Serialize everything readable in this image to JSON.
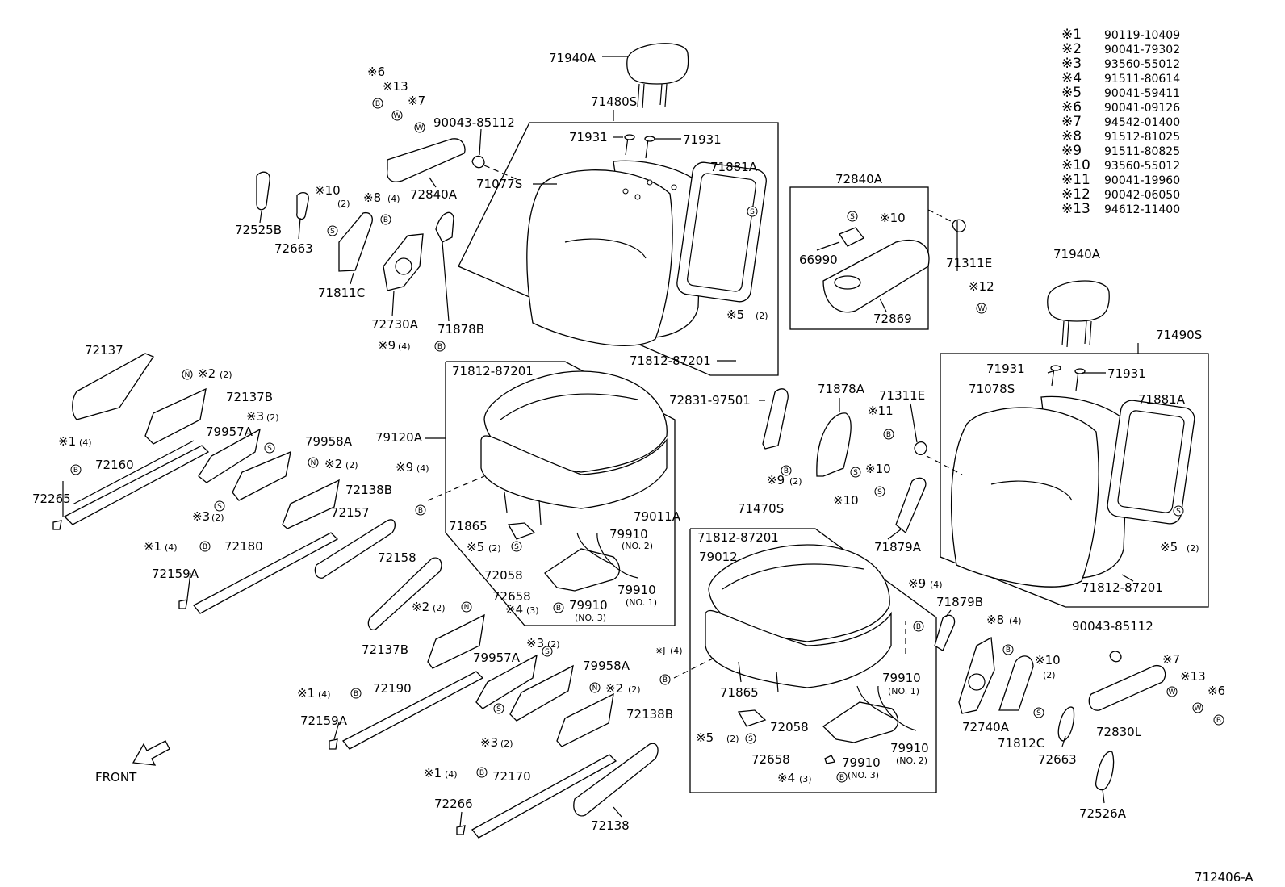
{
  "diagram_id": "712406-A",
  "front_label": "FRONT",
  "legend": [
    {
      "key": "※1",
      "part": "90119-10409"
    },
    {
      "key": "※2",
      "part": "90041-79302"
    },
    {
      "key": "※3",
      "part": "93560-55012"
    },
    {
      "key": "※4",
      "part": "91511-80614"
    },
    {
      "key": "※5",
      "part": "90041-59411"
    },
    {
      "key": "※6",
      "part": "90041-09126"
    },
    {
      "key": "※7",
      "part": "94542-01400"
    },
    {
      "key": "※8",
      "part": "91512-81025"
    },
    {
      "key": "※9",
      "part": "91511-80825"
    },
    {
      "key": "※10",
      "part": "93560-55012"
    },
    {
      "key": "※11",
      "part": "90041-19960"
    },
    {
      "key": "※12",
      "part": "90042-06050"
    },
    {
      "key": "※13",
      "part": "94612-11400"
    }
  ],
  "labels": [
    {
      "id": "lbl-71940a-left",
      "text": "71940A"
    },
    {
      "id": "lbl-71480s",
      "text": "71480S"
    },
    {
      "id": "lbl-71931-a",
      "text": "71931"
    },
    {
      "id": "lbl-71931-b",
      "text": "71931"
    },
    {
      "id": "lbl-71881a-left",
      "text": "71881A"
    },
    {
      "id": "lbl-71077s",
      "text": "71077S"
    },
    {
      "id": "lbl-90043-85112-left",
      "text": "90043-85112"
    },
    {
      "id": "lbl-72840a-left",
      "text": "72840A"
    },
    {
      "id": "lbl-72525b",
      "text": "72525B"
    },
    {
      "id": "lbl-72663-left",
      "text": "72663"
    },
    {
      "id": "lbl-71811c",
      "text": "71811C"
    },
    {
      "id": "lbl-72730a",
      "text": "72730A"
    },
    {
      "id": "lbl-71878b",
      "text": "71878B"
    },
    {
      "id": "lbl-71812-87201-a",
      "text": "71812-87201"
    },
    {
      "id": "lbl-71812-87201-b",
      "text": "71812-87201"
    },
    {
      "id": "lbl-72137",
      "text": "72137"
    },
    {
      "id": "lbl-72137b-a",
      "text": "72137B"
    },
    {
      "id": "lbl-79957a-a",
      "text": "79957A"
    },
    {
      "id": "lbl-79958a-a",
      "text": "79958A"
    },
    {
      "id": "lbl-72160",
      "text": "72160"
    },
    {
      "id": "lbl-72265",
      "text": "72265"
    },
    {
      "id": "lbl-72138b-a",
      "text": "72138B"
    },
    {
      "id": "lbl-72157",
      "text": "72157"
    },
    {
      "id": "lbl-72180",
      "text": "72180"
    },
    {
      "id": "lbl-72159a-a",
      "text": "72159A"
    },
    {
      "id": "lbl-72158",
      "text": "72158"
    },
    {
      "id": "lbl-72137b-b",
      "text": "72137B"
    },
    {
      "id": "lbl-79957a-b",
      "text": "79957A"
    },
    {
      "id": "lbl-79958a-b",
      "text": "79958A"
    },
    {
      "id": "lbl-72190",
      "text": "72190"
    },
    {
      "id": "lbl-72159a-b",
      "text": "72159A"
    },
    {
      "id": "lbl-72138b-b",
      "text": "72138B"
    },
    {
      "id": "lbl-72170",
      "text": "72170"
    },
    {
      "id": "lbl-72266",
      "text": "72266"
    },
    {
      "id": "lbl-72138",
      "text": "72138"
    },
    {
      "id": "lbl-79120a",
      "text": "79120A"
    },
    {
      "id": "lbl-79011a",
      "text": "79011A"
    },
    {
      "id": "lbl-71865-a",
      "text": "71865"
    },
    {
      "id": "lbl-79910-no2-a",
      "text": "79910"
    },
    {
      "id": "lbl-72058-a",
      "text": "72058"
    },
    {
      "id": "lbl-79910-no1-a",
      "text": "79910"
    },
    {
      "id": "lbl-72658-a",
      "text": "72658"
    },
    {
      "id": "lbl-79910-no3-a",
      "text": "79910"
    },
    {
      "id": "lbl-72840a-right",
      "text": "72840A"
    },
    {
      "id": "lbl-66990",
      "text": "66990"
    },
    {
      "id": "lbl-72869",
      "text": "72869"
    },
    {
      "id": "lbl-71311e-a",
      "text": "71311E"
    },
    {
      "id": "lbl-71940a-right",
      "text": "71940A"
    },
    {
      "id": "lbl-71490s",
      "text": "71490S"
    },
    {
      "id": "lbl-71931-c",
      "text": "71931"
    },
    {
      "id": "lbl-71931-d",
      "text": "71931"
    },
    {
      "id": "lbl-71078s",
      "text": "71078S"
    },
    {
      "id": "lbl-71881a-right",
      "text": "71881A"
    },
    {
      "id": "lbl-71812-87201-c",
      "text": "71812-87201"
    },
    {
      "id": "lbl-72831-97501",
      "text": "72831-97501"
    },
    {
      "id": "lbl-71878a",
      "text": "71878A"
    },
    {
      "id": "lbl-71311e-b",
      "text": "71311E"
    },
    {
      "id": "lbl-71470s",
      "text": "71470S"
    },
    {
      "id": "lbl-71812-87201-d",
      "text": "71812-87201"
    },
    {
      "id": "lbl-71879a",
      "text": "71879A"
    },
    {
      "id": "lbl-79012",
      "text": "79012"
    },
    {
      "id": "lbl-71879b",
      "text": "71879B"
    },
    {
      "id": "lbl-71865-b",
      "text": "71865"
    },
    {
      "id": "lbl-79910-no1-b",
      "text": "79910"
    },
    {
      "id": "lbl-72058-b",
      "text": "72058"
    },
    {
      "id": "lbl-79910-no2-b",
      "text": "79910"
    },
    {
      "id": "lbl-72658-b",
      "text": "72658"
    },
    {
      "id": "lbl-79910-no3-b",
      "text": "79910"
    },
    {
      "id": "lbl-72740a",
      "text": "72740A"
    },
    {
      "id": "lbl-71812c",
      "text": "71812C"
    },
    {
      "id": "lbl-72663-right",
      "text": "72663"
    },
    {
      "id": "lbl-90043-85112-right",
      "text": "90043-85112"
    },
    {
      "id": "lbl-72830l",
      "text": "72830L"
    },
    {
      "id": "lbl-72526a",
      "text": "72526A"
    }
  ],
  "callouts": [
    {
      "id": "c6a",
      "text": "※6"
    },
    {
      "id": "c13a",
      "text": "※13"
    },
    {
      "id": "c7a",
      "text": "※7"
    },
    {
      "id": "c10a",
      "text": "※10"
    },
    {
      "id": "c8a",
      "text": "※8"
    },
    {
      "id": "c9a",
      "text": "※9"
    },
    {
      "id": "c2a",
      "text": "※2"
    },
    {
      "id": "c1a",
      "text": "※1"
    },
    {
      "id": "c3a",
      "text": "※3"
    },
    {
      "id": "c2b",
      "text": "※2"
    },
    {
      "id": "c3b",
      "text": "※3"
    },
    {
      "id": "c1b",
      "text": "※1"
    },
    {
      "id": "c2c",
      "text": "※2"
    },
    {
      "id": "c3c",
      "text": "※3"
    },
    {
      "id": "c1c",
      "text": "※1"
    },
    {
      "id": "c2d",
      "text": "※2"
    },
    {
      "id": "c3d",
      "text": "※3"
    },
    {
      "id": "c1d",
      "text": "※1"
    },
    {
      "id": "c9b",
      "text": "※9"
    },
    {
      "id": "c5a",
      "text": "※5"
    },
    {
      "id": "c4a",
      "text": "※4"
    },
    {
      "id": "c5b",
      "text": "※5"
    },
    {
      "id": "c10b",
      "text": "※10"
    },
    {
      "id": "c12a",
      "text": "※12"
    },
    {
      "id": "c9c",
      "text": "※9"
    },
    {
      "id": "c11a",
      "text": "※11"
    },
    {
      "id": "c10c",
      "text": "※10"
    },
    {
      "id": "c10d",
      "text": "※10"
    },
    {
      "id": "c5c",
      "text": "※5"
    },
    {
      "id": "c9d",
      "text": "※9"
    },
    {
      "id": "cja",
      "text": "※J"
    },
    {
      "id": "c8b",
      "text": "※8"
    },
    {
      "id": "c10e",
      "text": "※10"
    },
    {
      "id": "c5d",
      "text": "※5"
    },
    {
      "id": "c4b",
      "text": "※4"
    },
    {
      "id": "c7b",
      "text": "※7"
    },
    {
      "id": "c13b",
      "text": "※13"
    },
    {
      "id": "c6b",
      "text": "※6"
    }
  ],
  "qty": {
    "q2": "(2)",
    "q3": "(3)",
    "q4": "(4)"
  },
  "sub": {
    "no1": "(NO. 1)",
    "no2": "(NO. 2)",
    "no3": "(NO. 3)"
  },
  "markers": {
    "b": "B",
    "w": "W",
    "s": "S",
    "n": "N"
  }
}
